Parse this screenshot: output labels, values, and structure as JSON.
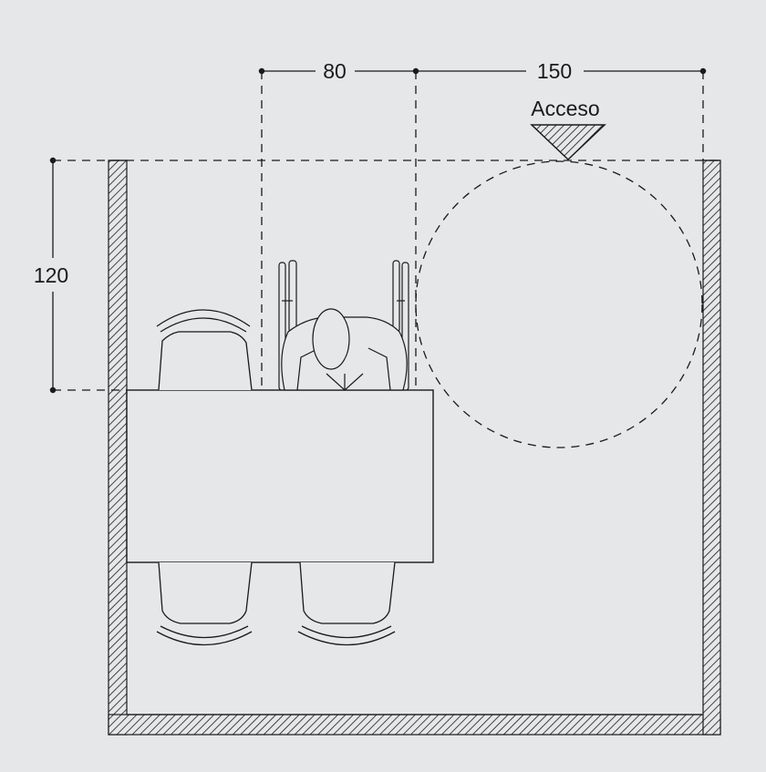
{
  "dimensions": {
    "width_label": "80",
    "turning_label": "150",
    "depth_label": "120"
  },
  "access": {
    "label": "Acceso"
  },
  "colors": {
    "background": "#e6e7e8",
    "line": "#1a1a1a"
  }
}
